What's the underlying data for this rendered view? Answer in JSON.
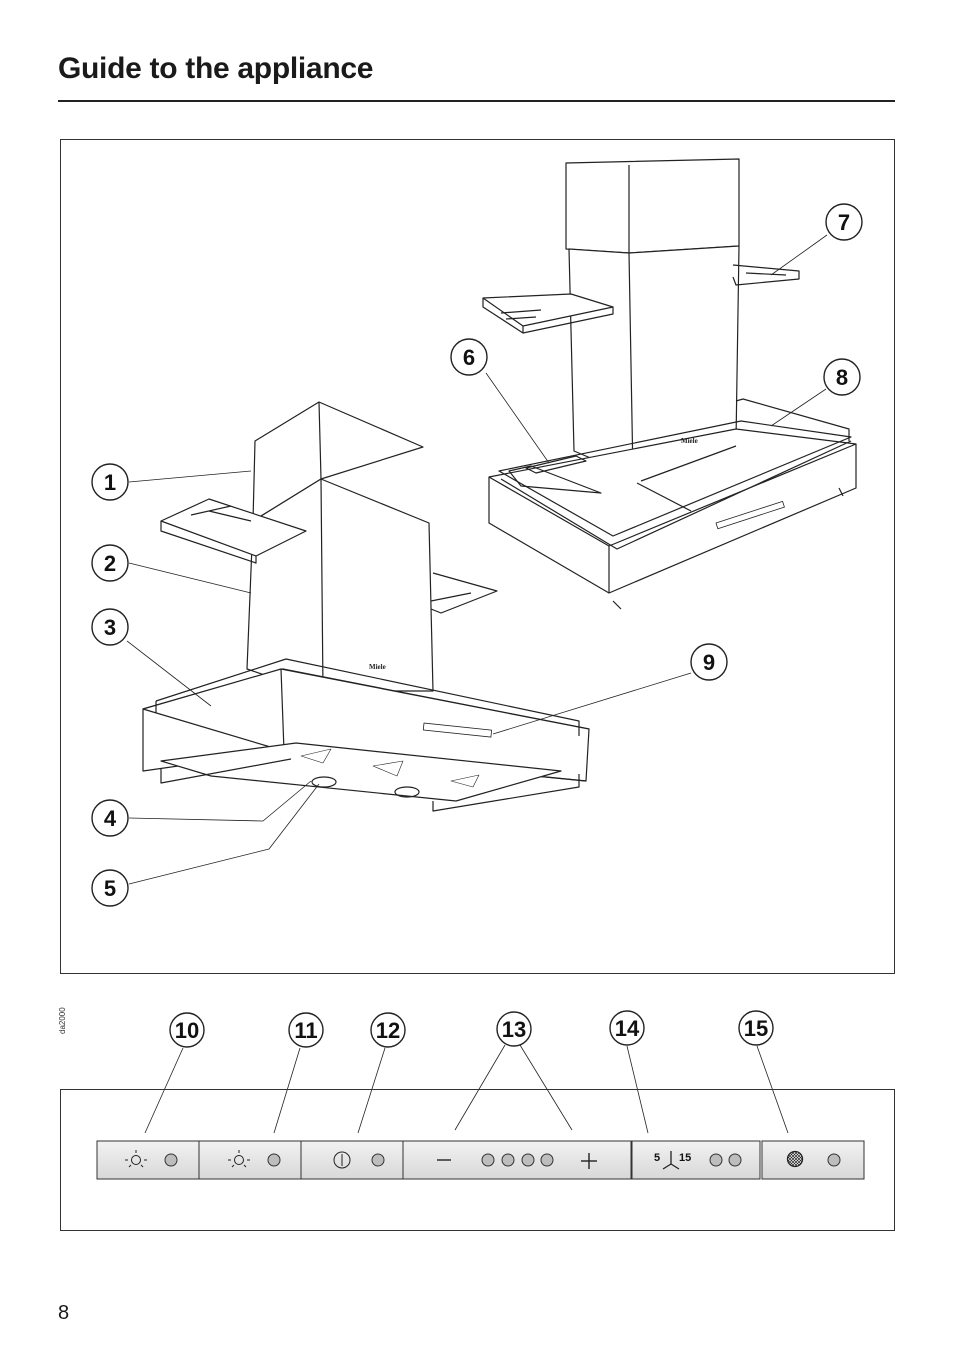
{
  "page": {
    "title": "Guide to the appliance",
    "page_number": "8",
    "drawing_code": "da2000"
  },
  "illustration": {
    "brand_mark": "Miele",
    "callouts": [
      "1",
      "2",
      "3",
      "4",
      "5",
      "6",
      "7",
      "8",
      "9"
    ]
  },
  "control_panel": {
    "callouts": [
      "10",
      "11",
      "12",
      "13",
      "14",
      "15"
    ],
    "fan_speed_label_low": "5",
    "fan_speed_label_high": "15",
    "buttons": [
      {
        "name": "light-button-1",
        "icon": "light-icon"
      },
      {
        "name": "light-button-2",
        "icon": "light-icon"
      },
      {
        "name": "on-off-button",
        "icon": "power-icon"
      },
      {
        "name": "fan-power-button",
        "icon": "minus-plus-icon"
      },
      {
        "name": "run-on-button",
        "icon": "fan-icon"
      },
      {
        "name": "filter-button",
        "icon": "grease-filter-icon"
      }
    ]
  }
}
